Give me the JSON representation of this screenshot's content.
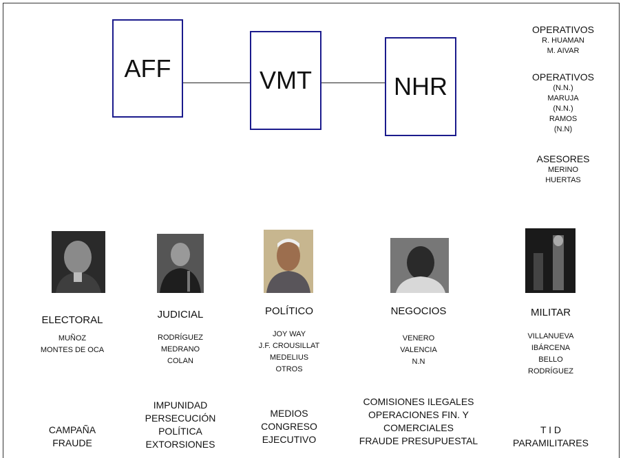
{
  "diagram": {
    "top_nodes": [
      "AFF",
      "VMT",
      "NHR"
    ],
    "side_groups": [
      {
        "heading": "OPERATIVOS",
        "members": [
          "R. HUAMAN",
          "M. AIVAR"
        ]
      },
      {
        "heading": "OPERATIVOS",
        "members": [
          "(N.N.)",
          "MARUJA",
          "(N.N.)",
          "RAMOS",
          "(N.N)"
        ]
      },
      {
        "heading": "ASESORES",
        "members": [
          "MERINO",
          "HUERTAS"
        ]
      }
    ],
    "columns": [
      {
        "category": "ELECTORAL",
        "names": [
          "MUÑOZ",
          "MONTES DE OCA"
        ],
        "activities": [
          "CAMPAÑA",
          "FRAUDE"
        ]
      },
      {
        "category": "JUDICIAL",
        "names": [
          "RODRÍGUEZ",
          "MEDRANO",
          "COLAN"
        ],
        "activities": [
          "IMPUNIDAD",
          "PERSECUCIÓN",
          "POLÍTICA",
          "EXTORSIONES"
        ]
      },
      {
        "category": "POLÍTICO",
        "names": [
          "JOY WAY",
          "J.F. CROUSILLAT",
          "MEDELIUS",
          "OTROS"
        ],
        "activities": [
          "MEDIOS",
          "CONGRESO",
          "EJECUTIVO"
        ]
      },
      {
        "category": "NEGOCIOS",
        "names": [
          "VENERO",
          "VALENCIA",
          "N.N"
        ],
        "activities": [
          "COMISIONES ILEGALES",
          "OPERACIONES FIN. Y",
          "COMERCIALES",
          "FRAUDE PRESUPUESTAL"
        ]
      },
      {
        "category": "MILITAR",
        "names": [
          "VILLANUEVA",
          "IBÁRCENA",
          "BELLO",
          "RODRÍGUEZ"
        ],
        "activities": [
          "T I D",
          "PARAMILITARES"
        ]
      }
    ]
  }
}
